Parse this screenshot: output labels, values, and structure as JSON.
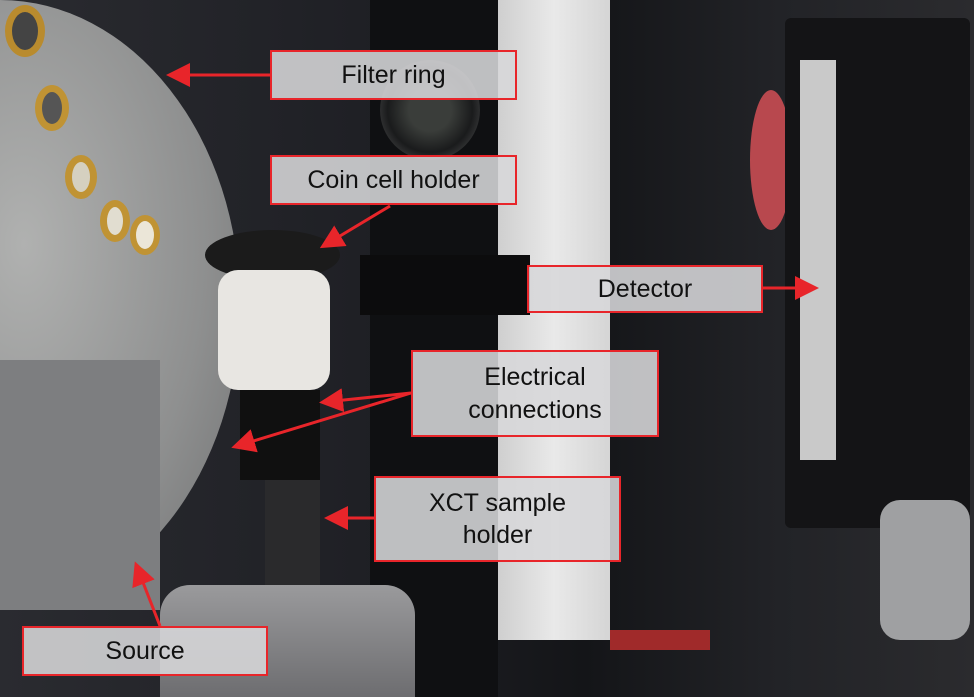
{
  "labels": {
    "filter_ring": "Filter ring",
    "coin_cell_holder": "Coin cell holder",
    "detector": "Detector",
    "electrical_connections": "Electrical connections",
    "xct_sample_holder": "XCT sample holder",
    "source": "Source"
  },
  "colors": {
    "annotation": "#e8252a",
    "label_bg": "#d7d7da"
  }
}
